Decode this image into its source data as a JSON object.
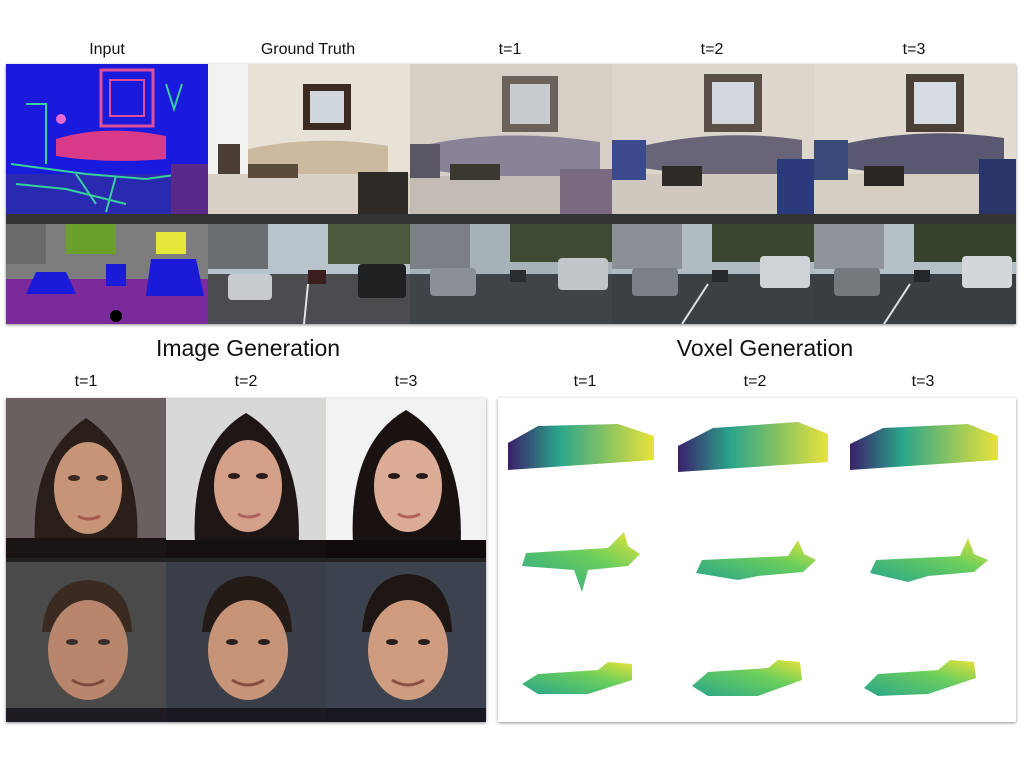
{
  "top": {
    "columns": [
      "Input",
      "Ground Truth",
      "t=1",
      "t=2",
      "t=3"
    ]
  },
  "sections": {
    "image": {
      "title": "Image Generation",
      "columns": [
        "t=1",
        "t=2",
        "t=3"
      ]
    },
    "voxel": {
      "title": "Voxel Generation",
      "columns": [
        "t=1",
        "t=2",
        "t=3"
      ]
    }
  },
  "colors": {
    "seg_bg": "#1a1adc",
    "city_sky": "#8a8a8a",
    "road": "#7a2a9a",
    "voxel_dark": "#3b1f6b",
    "voxel_mid": "#2aa58a",
    "voxel_light": "#e8e23a"
  }
}
